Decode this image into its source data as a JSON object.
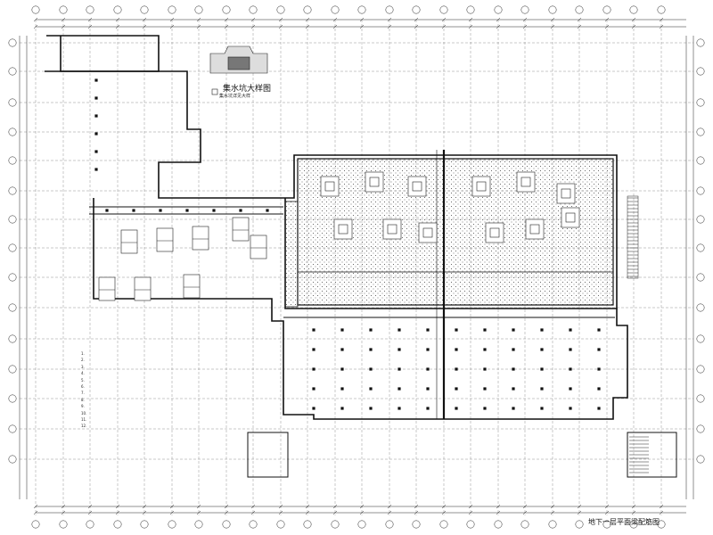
{
  "drawing": {
    "caption": "地下一层平面梁配筋图",
    "detail_title": "集水坑大样图",
    "detail_note": "集水坑详见大样",
    "notes": [
      "1.",
      "2.",
      "3.",
      "4.",
      "5.",
      "6.",
      "7.",
      "8.",
      "9.",
      "10.",
      "11.",
      "12."
    ],
    "colors": {
      "line": "#1a1a1a",
      "hatch": "#555555",
      "bg": "#ffffff"
    }
  }
}
